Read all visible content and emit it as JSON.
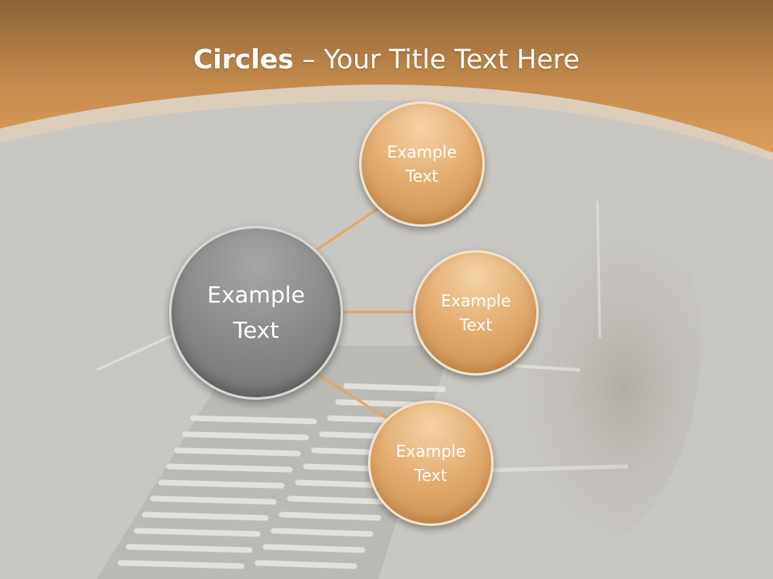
{
  "slide": {
    "title_bold": "Circles",
    "title_rest": " – Your Title Text Here"
  },
  "diagram": {
    "center": {
      "label": "Example\nText"
    },
    "nodes": [
      {
        "label": "Example\nText"
      },
      {
        "label": "Example\nText"
      },
      {
        "label": "Example\nText"
      }
    ]
  },
  "colors": {
    "banner": "#d49a59",
    "background": "#c9c7c2",
    "center_circle": "#8c8c8c",
    "node_circle": "#e2aa6c",
    "connector": "#e0a766"
  }
}
